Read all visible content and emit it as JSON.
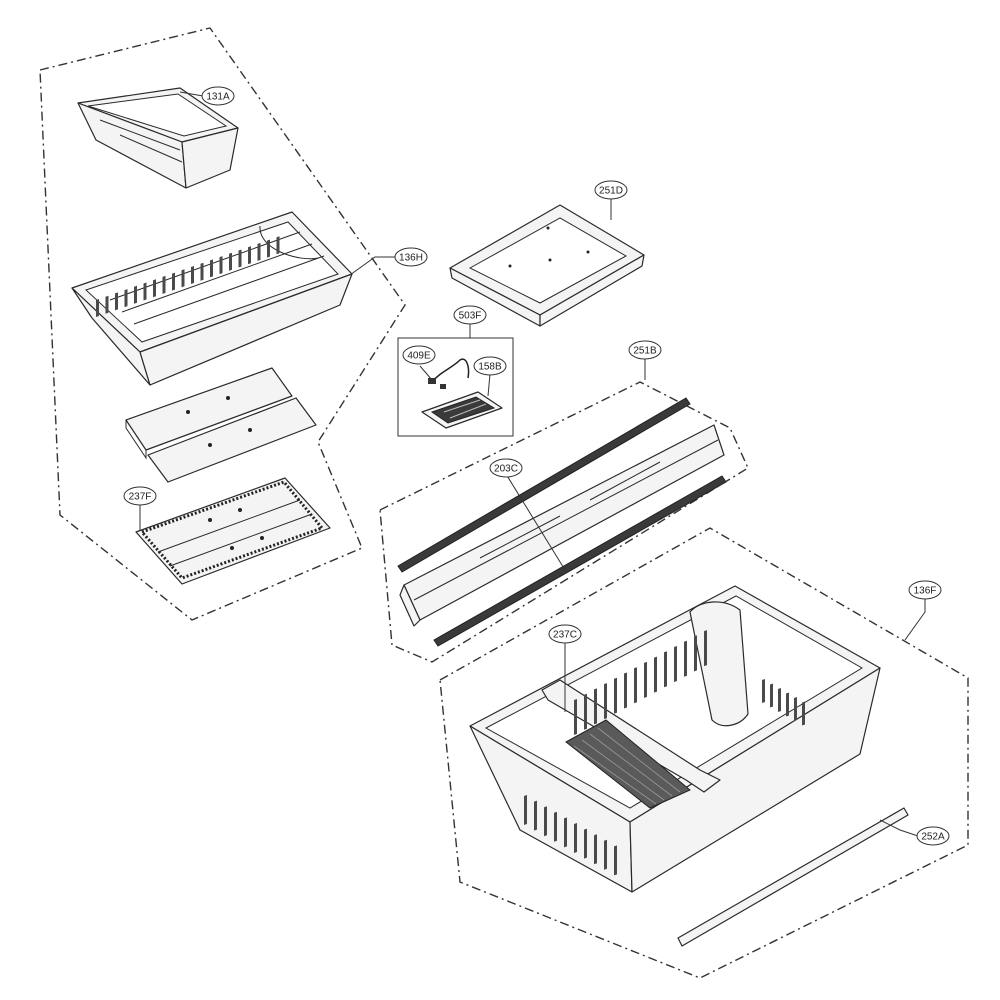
{
  "callouts": {
    "c131A": "131A",
    "c136H": "136H",
    "c237F": "237F",
    "c251D": "251D",
    "c503F": "503F",
    "c409E": "409E",
    "c158B": "158B",
    "c251B": "251B",
    "c203C": "203C",
    "c136F": "136F",
    "c237C": "237C",
    "c252A": "252A"
  }
}
